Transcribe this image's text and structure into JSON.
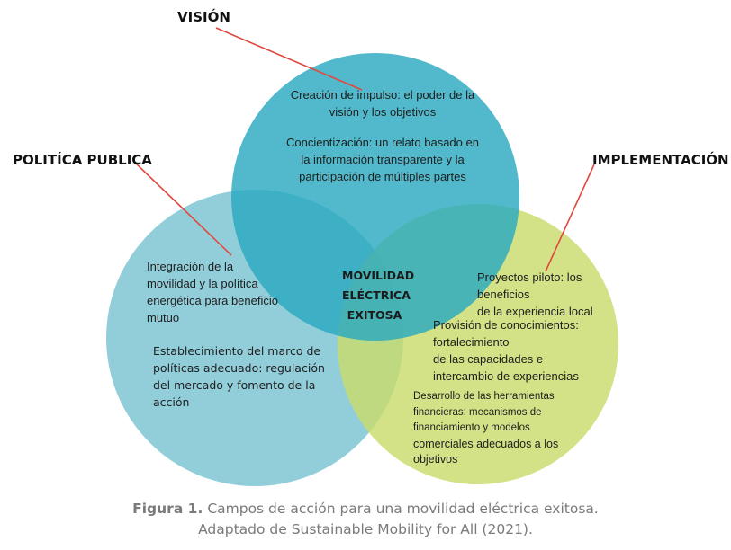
{
  "headings": {
    "vision": "VISIÓN",
    "policy": "POLITÍCA PUBLICA",
    "implementation": "IMPLEMENTACIÓN"
  },
  "center_label": [
    "MOVILIDAD",
    "ELÉCTRICA",
    "EXITOSA"
  ],
  "vision_texts": {
    "item1": [
      "Creación de impulso: el poder de la",
      "visión y los objetivos"
    ],
    "item2": [
      "Concientización: un relato basado en",
      "la información transparente y la",
      "participación de múltiples partes"
    ]
  },
  "policy_texts": {
    "item1": [
      "Integración de la",
      "movilidad y la política",
      "energética para beneficio",
      "mutuo"
    ],
    "item2": [
      "Establecimiento del marco de",
      "políticas adecuado: regulación",
      "del mercado y fomento de la",
      "acción"
    ]
  },
  "implementation_texts": {
    "item1": [
      "Proyectos piloto: los",
      "beneficios",
      "de la experiencia local"
    ],
    "item2": [
      "Provisión de conocimientos:",
      "fortalecimiento",
      "de las capacidades e",
      "intercambio de experiencias"
    ],
    "item3": [
      "Desarrollo de las herramientas",
      "financieras: mecanismos de",
      "financiamiento y modelos",
      "comerciales adecuados a los",
      "objetivos"
    ]
  },
  "caption": {
    "label": "Figura 1.",
    "line1": "Campos de acción para una movilidad eléctrica exitosa.",
    "line2": "Adaptado de Sustainable Mobility for All (2021)."
  },
  "colors": {
    "vision_circle": "#2ba9bf",
    "policy_circle": "#7fc6d4",
    "implementation_circle": "#c9dc6c",
    "pointer_line": "#e0483e"
  }
}
